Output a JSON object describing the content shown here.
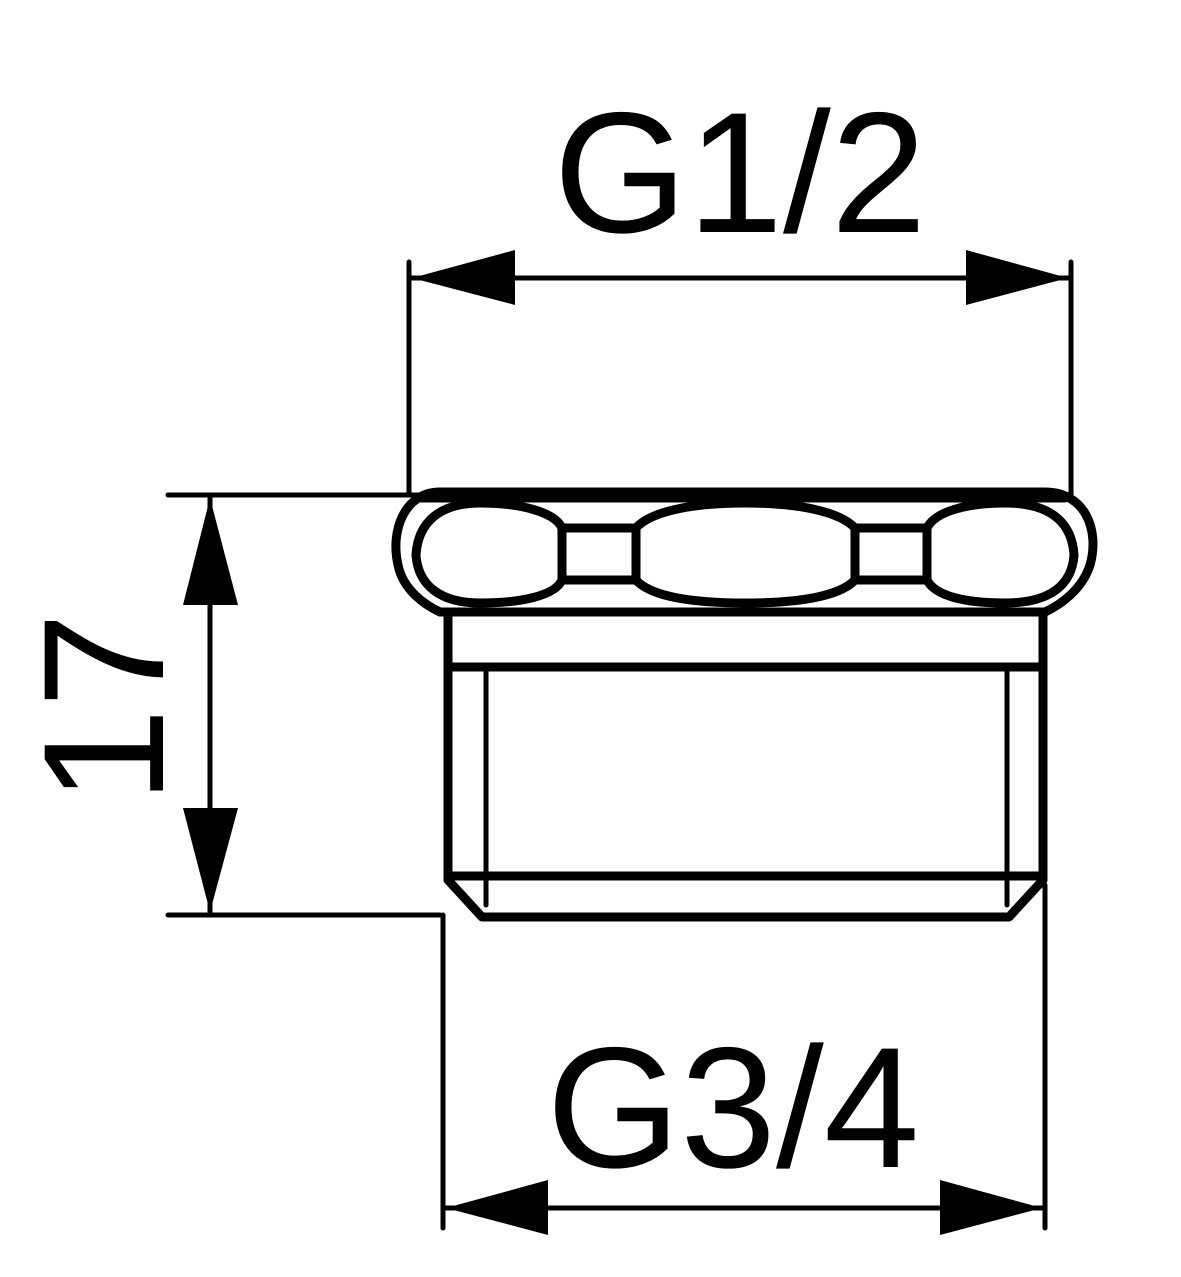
{
  "labels": {
    "top_dimension": "G1/2",
    "height_dimension": "17",
    "bottom_dimension": "G3/4"
  },
  "colors": {
    "line": "#000000",
    "background": "#ffffff"
  }
}
